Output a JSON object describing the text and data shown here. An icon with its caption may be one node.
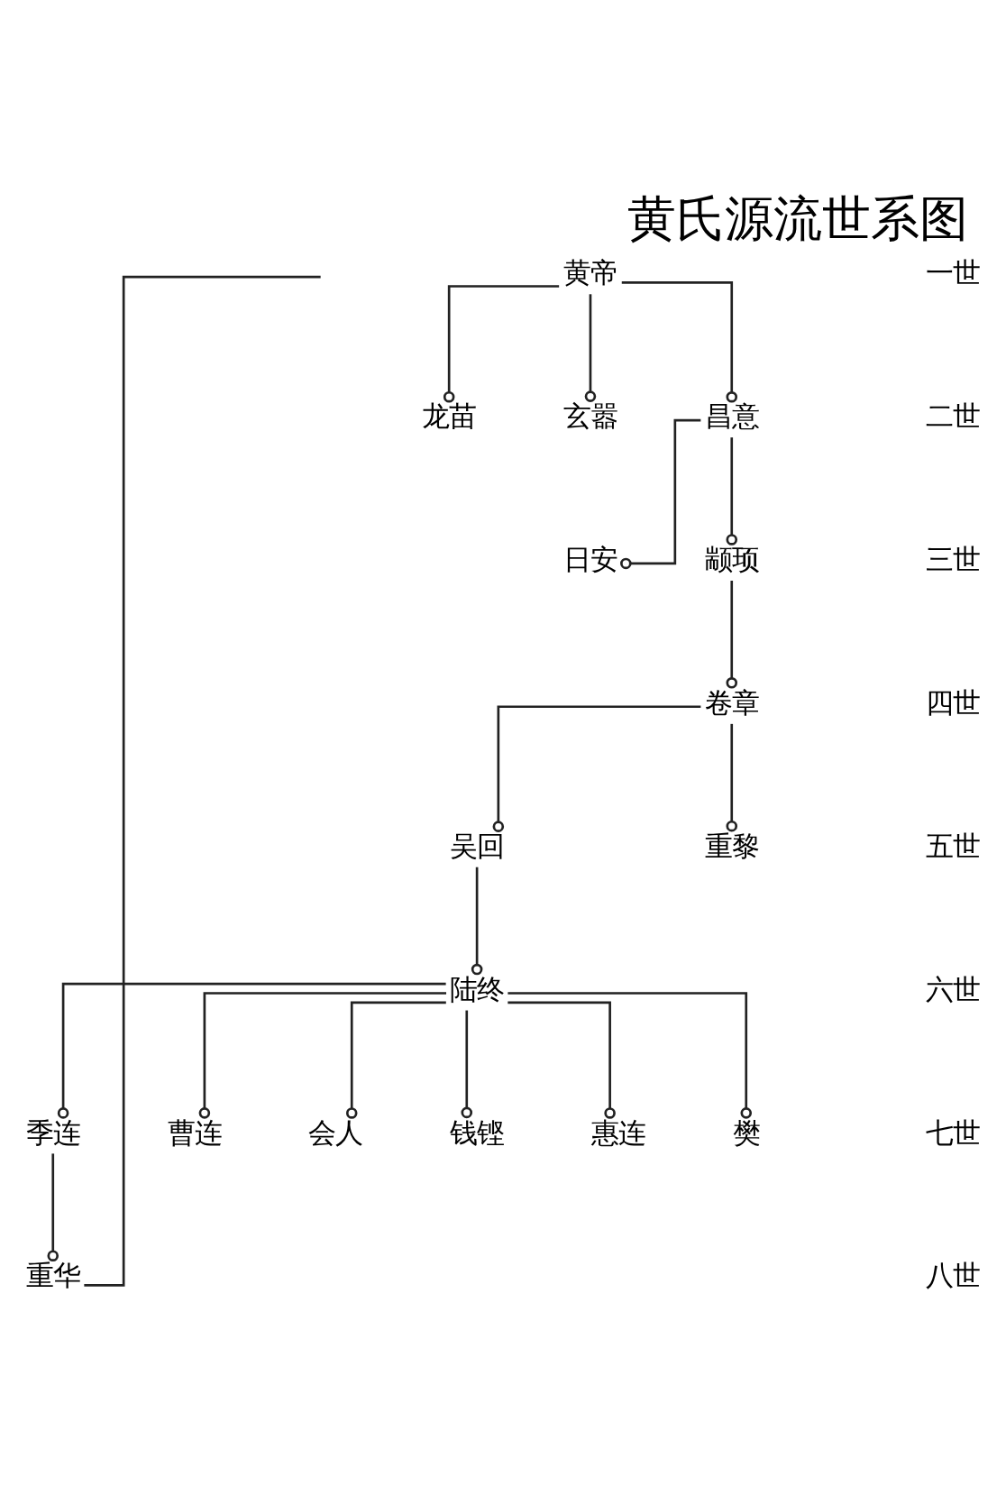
{
  "diagram": {
    "title": "黄氏源流世系图",
    "nodes": [
      {
        "text": [
          "黄帝"
        ]
      },
      {
        "text": [
          "龙苗"
        ]
      },
      {
        "text": [
          "玄嚣"
        ]
      },
      {
        "text": [
          "昌意"
        ]
      },
      {
        "text": [
          "日安"
        ]
      },
      {
        "text": [
          "颛顼"
        ]
      },
      {
        "text": [
          "卷章"
        ]
      },
      {
        "text": [
          "吴回"
        ]
      },
      {
        "text": [
          "重黎"
        ]
      },
      {
        "text": [
          "陆终"
        ]
      },
      {
        "text": [
          "季连"
        ]
      },
      {
        "text": [
          "曹连"
        ]
      },
      {
        "text": [
          "会人"
        ]
      },
      {
        "text": [
          "钱铿"
        ]
      },
      {
        "text": [
          "惠连"
        ]
      },
      {
        "text": [
          "樊"
        ]
      },
      {
        "text": [
          "重华"
        ]
      }
    ],
    "edges": [
      {
        "from": 0,
        "to": 1,
        "arrow": "other"
      },
      {
        "from": 0,
        "to": 2,
        "arrow": "other"
      },
      {
        "from": 0,
        "to": 3,
        "arrow": "other"
      },
      {
        "from": 3,
        "to": 4,
        "arrow": "other"
      },
      {
        "from": 3,
        "to": 5,
        "arrow": "other"
      },
      {
        "from": 5,
        "to": 6,
        "arrow": "other"
      },
      {
        "from": 6,
        "to": 7,
        "arrow": "other"
      },
      {
        "from": 6,
        "to": 8,
        "arrow": "other"
      },
      {
        "from": 7,
        "to": 9,
        "arrow": "other"
      },
      {
        "from": 9,
        "to": 10,
        "arrow": "other"
      },
      {
        "from": 9,
        "to": 11,
        "arrow": "other"
      },
      {
        "from": 9,
        "to": 12,
        "arrow": "other"
      },
      {
        "from": 9,
        "to": 13,
        "arrow": "other"
      },
      {
        "from": 9,
        "to": 14,
        "arrow": "other"
      },
      {
        "from": 9,
        "to": 15,
        "arrow": "other"
      },
      {
        "from": 10,
        "to": 16,
        "arrow": "other"
      },
      {
        "from": 16,
        "to": null,
        "arrow": "none"
      }
    ],
    "labels": [
      "一世",
      "二世",
      "三世",
      "四世",
      "五世",
      "六世",
      "七世",
      "八世"
    ]
  }
}
